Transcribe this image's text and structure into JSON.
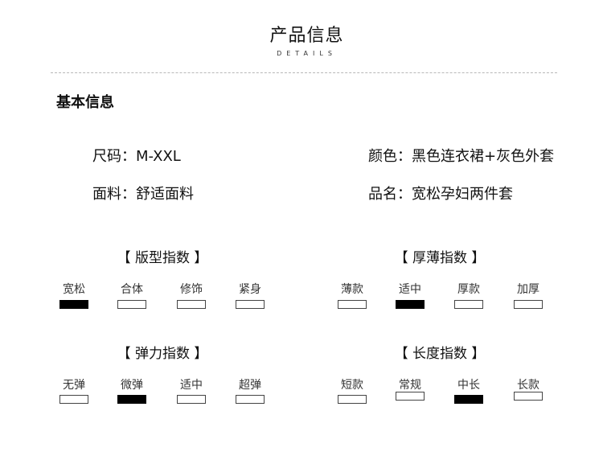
{
  "header": {
    "title": "产品信息",
    "subtitle": "DETAILS"
  },
  "basic": {
    "heading": "基本信息",
    "size": "尺码：M-XXL",
    "color": "颜色：黑色连衣裙+灰色外套",
    "fabric": "面料：舒适面料",
    "name": "品名：宽松孕妇两件套"
  },
  "indices": [
    {
      "title": "【 版型指数 】",
      "options": [
        "宽松",
        "合体",
        "修饰",
        "紧身"
      ],
      "selected": "宽松"
    },
    {
      "title": "【 厚薄指数 】",
      "options": [
        "薄款",
        "适中",
        "厚款",
        "加厚"
      ],
      "selected": "适中"
    },
    {
      "title": "【 弹力指数 】",
      "options": [
        "无弹",
        "微弹",
        "适中",
        "超弹"
      ],
      "selected": "微弹"
    },
    {
      "title": "【 长度指数 】",
      "options": [
        "短款",
        "常规",
        "中长",
        "长款"
      ],
      "selected": "中长"
    }
  ]
}
